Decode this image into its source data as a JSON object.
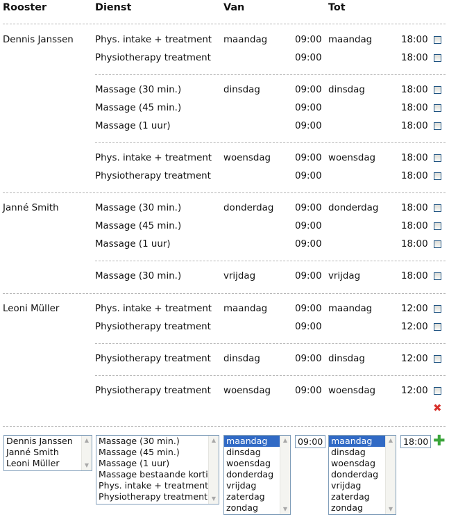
{
  "headers": {
    "rooster": "Rooster",
    "dienst": "Dienst",
    "van": "Van",
    "tot": "Tot"
  },
  "schedule": {
    "names": [
      "Dennis Janssen",
      "Janné Smith",
      "Leoni Müller"
    ],
    "rows": [
      {
        "dienst": "Phys. intake + treatment",
        "van_day": "maandag",
        "van_time": "09:00",
        "tot_day": "maandag",
        "tot_time": "18:00"
      },
      {
        "dienst": "Physiotherapy treatment",
        "van_day": "",
        "van_time": "09:00",
        "tot_day": "",
        "tot_time": "18:00"
      },
      {
        "dienst": "Massage (30 min.)",
        "van_day": "dinsdag",
        "van_time": "09:00",
        "tot_day": "dinsdag",
        "tot_time": "18:00"
      },
      {
        "dienst": "Massage (45 min.)",
        "van_day": "",
        "van_time": "09:00",
        "tot_day": "",
        "tot_time": "18:00"
      },
      {
        "dienst": "Massage (1 uur)",
        "van_day": "",
        "van_time": "09:00",
        "tot_day": "",
        "tot_time": "18:00"
      },
      {
        "dienst": "Phys. intake + treatment",
        "van_day": "woensdag",
        "van_time": "09:00",
        "tot_day": "woensdag",
        "tot_time": "18:00"
      },
      {
        "dienst": "Physiotherapy treatment",
        "van_day": "",
        "van_time": "09:00",
        "tot_day": "",
        "tot_time": "18:00"
      },
      {
        "dienst": "Massage (30 min.)",
        "van_day": "donderdag",
        "van_time": "09:00",
        "tot_day": "donderdag",
        "tot_time": "18:00"
      },
      {
        "dienst": "Massage (45 min.)",
        "van_day": "",
        "van_time": "09:00",
        "tot_day": "",
        "tot_time": "18:00"
      },
      {
        "dienst": "Massage (1 uur)",
        "van_day": "",
        "van_time": "09:00",
        "tot_day": "",
        "tot_time": "18:00"
      },
      {
        "dienst": "Massage (30 min.)",
        "van_day": "vrijdag",
        "van_time": "09:00",
        "tot_day": "vrijdag",
        "tot_time": "18:00"
      },
      {
        "dienst": "Phys. intake + treatment",
        "van_day": "maandag",
        "van_time": "09:00",
        "tot_day": "maandag",
        "tot_time": "12:00"
      },
      {
        "dienst": "Physiotherapy treatment",
        "van_day": "",
        "van_time": "09:00",
        "tot_day": "",
        "tot_time": "12:00"
      },
      {
        "dienst": "Physiotherapy treatment",
        "van_day": "dinsdag",
        "van_time": "09:00",
        "tot_day": "dinsdag",
        "tot_time": "12:00"
      },
      {
        "dienst": "Physiotherapy treatment",
        "van_day": "woensdag",
        "van_time": "09:00",
        "tot_day": "woensdag",
        "tot_time": "12:00"
      }
    ]
  },
  "form": {
    "persons": [
      "Dennis Janssen",
      "Janné Smith",
      "Leoni Müller"
    ],
    "services": [
      "Massage (30 min.)",
      "Massage (45 min.)",
      "Massage (1 uur)",
      "Massage bestaande kortir",
      "Phys. intake + treatment",
      "Physiotherapy treatment"
    ],
    "van_days": [
      "maandag",
      "dinsdag",
      "woensdag",
      "donderdag",
      "vrijdag",
      "zaterdag",
      "zondag"
    ],
    "van_selected": "maandag",
    "van_time": "09:00",
    "tot_days": [
      "maandag",
      "dinsdag",
      "woensdag",
      "donderdag",
      "vrijdag",
      "zaterdag",
      "zondag"
    ],
    "tot_selected": "maandag",
    "tot_time": "18:00"
  },
  "icons": {
    "delete": "delete-x-icon",
    "add": "add-plus-icon",
    "delete_color": "#d8322c",
    "add_color": "#3aa53a"
  }
}
